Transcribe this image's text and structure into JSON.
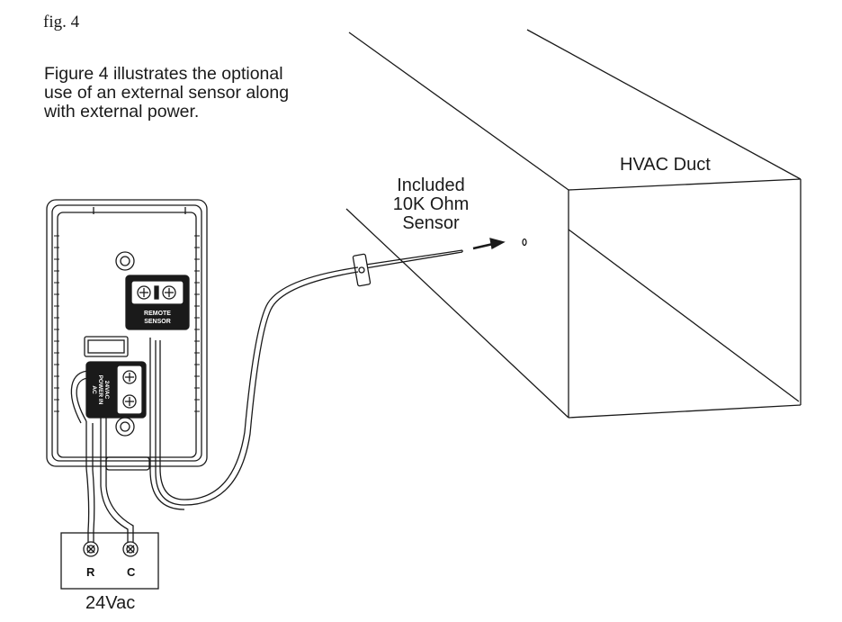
{
  "figure": {
    "label": "fig. 4",
    "caption": "Figure 4 illustrates the optional use of an external sensor along with external power."
  },
  "duct": {
    "label": "HVAC Duct"
  },
  "sensor": {
    "label_lines": [
      "Included",
      "10K Ohm",
      "Sensor"
    ]
  },
  "thermostat": {
    "remote_sensor_label_lines": [
      "REMOTE",
      "SENSOR"
    ],
    "ac_power_label_lines": [
      "AC",
      "POWER IN",
      "24VAC"
    ]
  },
  "power_supply": {
    "terminals": [
      "R",
      "C"
    ],
    "label": "24Vac"
  }
}
